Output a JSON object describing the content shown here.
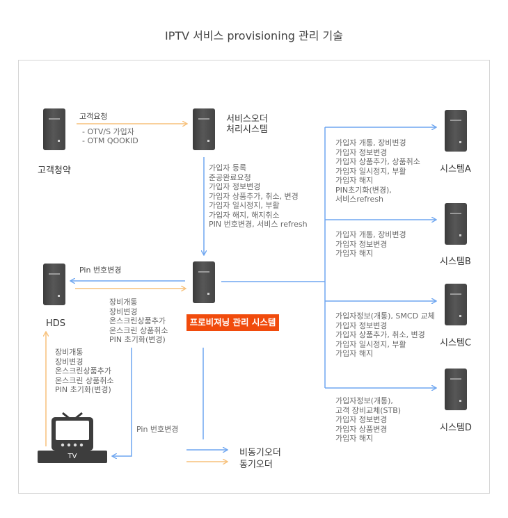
{
  "title": "IPTV 서비스 provisioning 관리 기술",
  "colors": {
    "blue": "#6ea6f0",
    "orange": "#f7c07a",
    "accent": "#f14b0c",
    "server": "#474747"
  },
  "nodes": {
    "customer": "고객청약",
    "service_order": [
      "서비스오더",
      "처리시스템"
    ],
    "hds": "HDS",
    "provisioning": "프로비져닝 관리 시스템",
    "system_a": "시스템A",
    "system_b": "시스템B",
    "system_c": "시스템C",
    "system_d": "시스템D",
    "tv": "TV"
  },
  "edges": {
    "customer_request": {
      "label": "고객요청",
      "items": [
        "- OTV/S 가입자",
        "- OTM QOOKID"
      ]
    },
    "order_to_provision": [
      "가입자 등록",
      "준공완료요청",
      "가입자 정보변경",
      "가입자 상품추가, 취소, 변경",
      "가입자 일시정지, 부활",
      "가입자 해지, 해지취소",
      "PIN 번호변경, 서비스 refresh"
    ],
    "pin_change_top": "Pin 번호변경",
    "provision_to_hds": [
      "장비개통",
      "장비변경",
      "온스크린상품추가",
      "온스크린 상품취소",
      "PIN 초기화(변경)"
    ],
    "tv_to_hds": [
      "장비개통",
      "장비변경",
      "온스크린상품추가",
      "온스크린 상품취소",
      "PIN 초기화(변경)"
    ],
    "pin_change_bottom": "Pin 번호변경",
    "to_a": [
      "가입자  개통, 장비변경",
      "가입자 정보변경",
      "가입자 상품추가, 상품취소",
      "가입자 일시정지, 부활",
      "가입자 해지",
      "PIN초기화(변경),",
      "서비스refresh"
    ],
    "to_b": [
      "가입자  개통, 장비변경",
      "가입자 정보변경",
      "가입자 해지"
    ],
    "to_c": [
      "가입자정보(개통), SMCD 교체",
      "가입자 정보변경",
      "가입자 상품추가, 취소, 변경",
      "가입자 일시정지, 부활",
      "가입자 해지"
    ],
    "to_d": [
      "가입자정보(개통),",
      "고객 장비교체(STB)",
      "가입자 정보변경",
      "가입자 상품변경",
      "가입자 해지"
    ]
  },
  "legend": {
    "async": "비동기오더",
    "sync": "동기오더"
  }
}
